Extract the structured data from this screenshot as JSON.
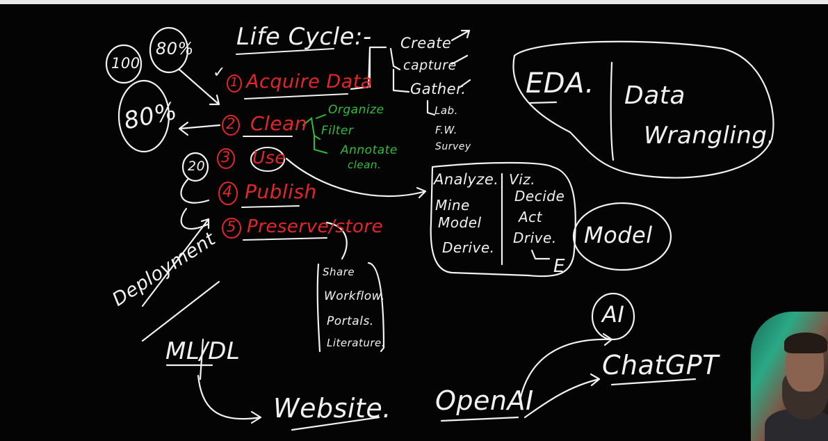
{
  "colors": {
    "background": "#040404",
    "white_ink": "#f2f2f2",
    "red_ink": "#e2262a",
    "green_ink": "#2fbf3a"
  },
  "percentages": {
    "p100": "100",
    "p80_top": "80%",
    "p80_big": "80%",
    "p20": "20"
  },
  "lifecycle": {
    "title": "Life Cycle:-",
    "check": "✓",
    "steps": [
      {
        "num": "1",
        "label": "Acquire Data"
      },
      {
        "num": "2",
        "label": "Clean"
      },
      {
        "num": "3",
        "label": "Use"
      },
      {
        "num": "4",
        "label": "Publish"
      },
      {
        "num": "5",
        "label": "Preserve/store"
      }
    ]
  },
  "acquire_branch": {
    "items": [
      "Create",
      "capture",
      "Gather."
    ],
    "gather_sources": [
      "Lab.",
      "F.W.",
      "Survey"
    ]
  },
  "clean_branch": {
    "items": [
      "Organize",
      "Filter",
      "Annotate",
      "clean."
    ]
  },
  "use_box": {
    "left": [
      "Analyze.",
      "Mine",
      "Model",
      "Derive."
    ],
    "right": [
      "Viz.",
      "Decide",
      "Act",
      "Drive."
    ],
    "e_mark": "E"
  },
  "model_label": "Model",
  "eda_bubble": {
    "left": "EDA.",
    "right_line1": "Data",
    "right_line2": "Wrangling."
  },
  "store_box": {
    "items": [
      "Share",
      "Workflow.",
      "Portals.",
      "Literature."
    ]
  },
  "deployment": {
    "label": "Deployment",
    "mldl": "ML/DL",
    "website": "Website."
  },
  "ai_section": {
    "ai": "AI",
    "chatgpt": "ChatGPT",
    "openai": "OpenAI"
  },
  "webcam": {
    "icon": "presenter-webcam"
  }
}
